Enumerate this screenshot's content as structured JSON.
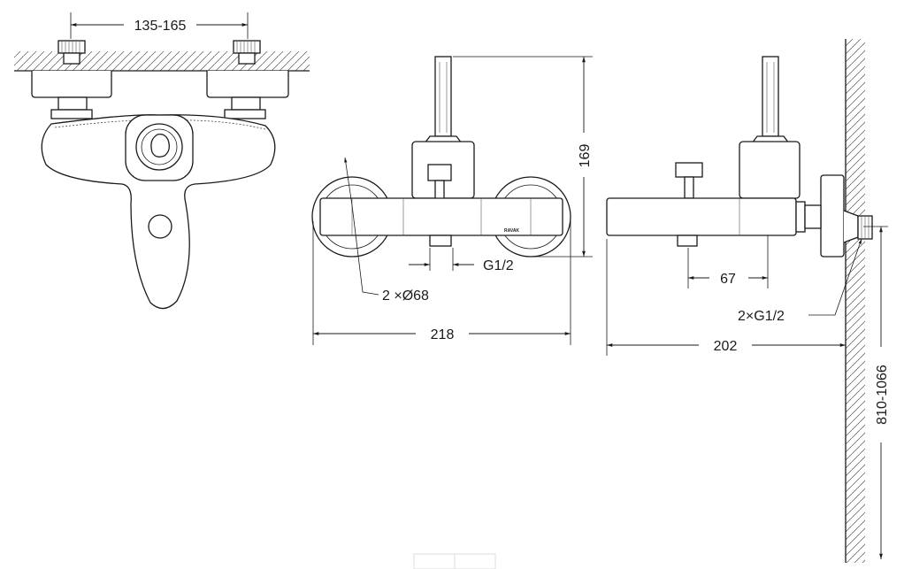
{
  "dimensions": {
    "inlet_spacing": "135-165",
    "height": "169",
    "outlet_thread": "G1/2",
    "escutcheon": "2 ×Ø68",
    "width_front": "218",
    "outlet_offset": "67",
    "inlet_threads": "2×G1/2",
    "depth_side": "202",
    "mount_height": "810-1066"
  },
  "brand_mark": "RAVAK"
}
